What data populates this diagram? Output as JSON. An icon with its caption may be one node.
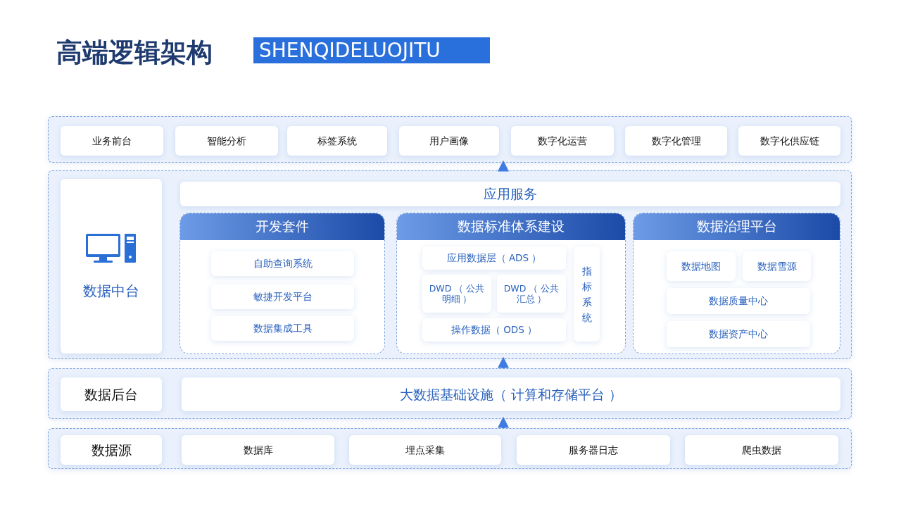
{
  "diagram": {
    "title": "高端逻辑架构",
    "nodes": [
      {
        "text": [],
        "shape": "box"
      },
      {
        "text": [
          "业务前台"
        ],
        "in": 0
      },
      {
        "text": [
          "智能分析"
        ],
        "in": 0
      },
      {
        "text": [
          "标签系统"
        ],
        "in": 0
      },
      {
        "text": [
          "用户画像"
        ],
        "in": 0
      },
      {
        "text": [
          "数字化运营"
        ],
        "in": 0
      },
      {
        "text": [
          "数字化管理"
        ],
        "in": 0
      },
      {
        "text": [
          "数字化供应链"
        ],
        "in": 0
      },
      {
        "text": [],
        "shape": "box"
      },
      {
        "text": [
          "数据中台"
        ],
        "in": 8
      },
      {
        "text": [
          "应用服务"
        ],
        "in": 8
      },
      {
        "text": [
          "开发套件"
        ],
        "in": 8
      },
      {
        "text": [
          "自助查询系统"
        ],
        "in": 11
      },
      {
        "text": [
          "敏捷开发平台"
        ],
        "in": 11
      },
      {
        "text": [
          "数据集成工具"
        ],
        "in": 11
      },
      {
        "text": [
          "数据标准体系建设"
        ],
        "in": 8
      },
      {
        "text": [
          "应用数据层（ ADS ）"
        ],
        "in": 15
      },
      {
        "text": [
          "DWD （ 公共明细 ）"
        ],
        "in": 15
      },
      {
        "text": [
          "DWD （ 公共汇总 ）"
        ],
        "in": 15
      },
      {
        "text": [
          "操作数据（ ODS ）"
        ],
        "in": 15
      },
      {
        "text": [
          "指标系统"
        ],
        "in": 15
      },
      {
        "text": [
          "数据治理平台"
        ],
        "in": 8
      },
      {
        "text": [
          "数据地图"
        ],
        "in": 21
      },
      {
        "text": [
          "数据雪源"
        ],
        "in": 21
      },
      {
        "text": [
          "数据质量中心"
        ],
        "in": 21
      },
      {
        "text": [
          "数据资产中心"
        ],
        "in": 21
      },
      {
        "text": [],
        "shape": "box"
      },
      {
        "text": [
          "数据后台"
        ],
        "in": 26
      },
      {
        "text": [
          "大数据基础设施（ 计算和存储平台 ）"
        ],
        "in": 26
      },
      {
        "text": [],
        "shape": "box"
      },
      {
        "text": [
          "数据源"
        ],
        "in": 29
      },
      {
        "text": [
          "数据库"
        ],
        "in": 29
      },
      {
        "text": [
          "埋点采集"
        ],
        "in": 29
      },
      {
        "text": [
          "服务器日志"
        ],
        "in": 29
      },
      {
        "text": [
          "爬虫数据"
        ],
        "in": 29
      }
    ],
    "edges": [
      {
        "from": 8,
        "to": 0,
        "arrow": "to"
      },
      {
        "from": 26,
        "to": 8,
        "arrow": "to"
      },
      {
        "from": 29,
        "to": 26,
        "arrow": "to"
      }
    ],
    "labels": [
      "SHENQIDELUOJITU"
    ]
  }
}
